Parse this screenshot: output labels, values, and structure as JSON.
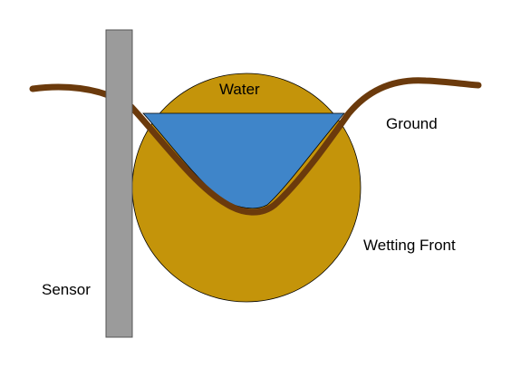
{
  "labels": {
    "water": "Water",
    "ground": "Ground",
    "wetting_front": "Wetting Front",
    "sensor": "Sensor"
  },
  "colors": {
    "background": "#ffffff",
    "water": "#3f85c9",
    "wetting_front": "#c4940a",
    "ground_line": "#6b3a0c",
    "sensor_fill": "#9b9b9b",
    "sensor_stroke": "#555555",
    "text": "#000000"
  }
}
